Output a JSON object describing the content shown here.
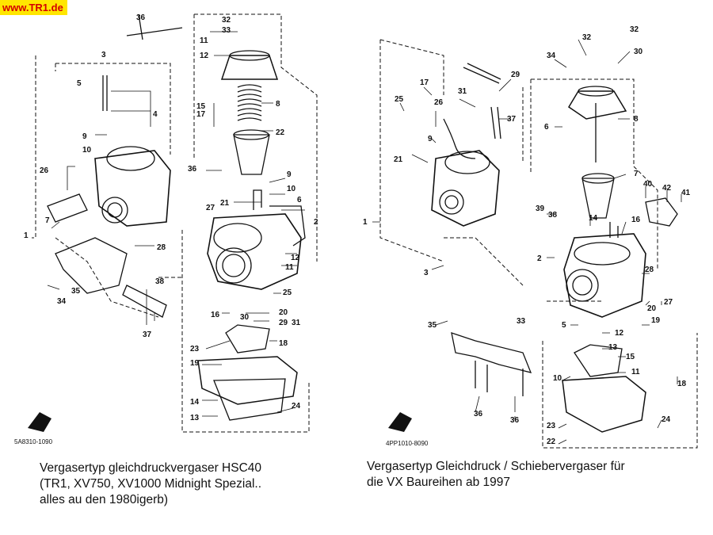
{
  "site_label": "www.TR1.de",
  "left_diagram": {
    "drawing_code": "5A8310-1090",
    "part_numbers": [
      "36",
      "3",
      "5",
      "4",
      "9",
      "10",
      "26",
      "7",
      "1",
      "34",
      "35",
      "37",
      "38",
      "28",
      "32",
      "33",
      "11",
      "12",
      "15",
      "17",
      "8",
      "22",
      "36",
      "9",
      "10",
      "21",
      "27",
      "6",
      "2",
      "12",
      "11",
      "25",
      "16",
      "30",
      "20",
      "29",
      "31",
      "23",
      "18",
      "19",
      "14",
      "13",
      "24"
    ],
    "caption_lines": [
      "Vergasertyp gleichdruckvergaser HSC40",
      "(TR1, XV750, XV1000  Midnight Spezial..",
      "alles au den 1980igerb)"
    ]
  },
  "right_diagram": {
    "drawing_code": "4PP1010-8090",
    "part_numbers": [
      "17",
      "25",
      "26",
      "9",
      "31",
      "29",
      "37",
      "21",
      "3",
      "1",
      "35",
      "36",
      "33",
      "32",
      "34",
      "30",
      "6",
      "8",
      "7",
      "40",
      "42",
      "41",
      "39",
      "38",
      "14",
      "16",
      "2",
      "28",
      "20",
      "27",
      "19",
      "5",
      "12",
      "13",
      "15",
      "11",
      "10",
      "18",
      "23",
      "22",
      "24",
      "36"
    ],
    "caption_lines": [
      "Vergasertyp Gleichdruck / Schiebervergaser für",
      "die VX Baureihen ab 1997"
    ]
  }
}
